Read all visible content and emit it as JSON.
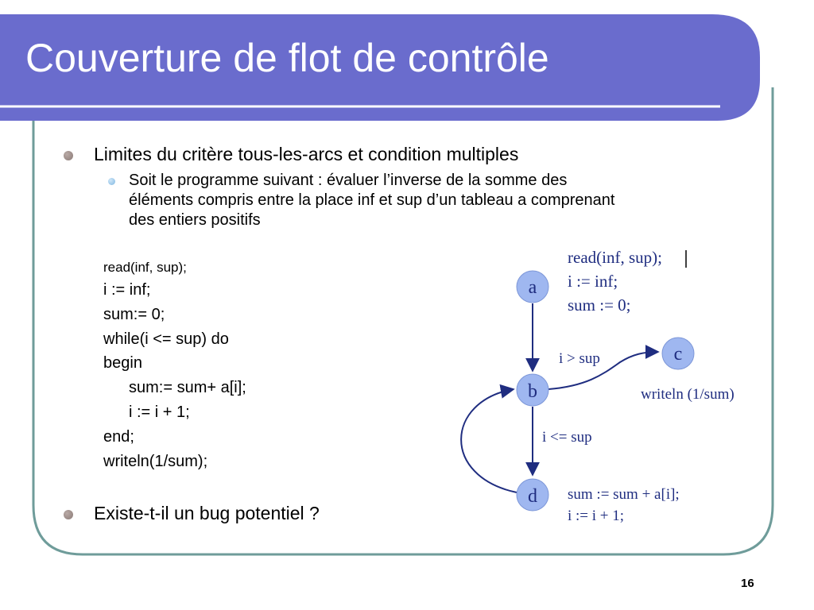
{
  "slide": {
    "title": "Couverture de flot de contrôle",
    "page_number": "16"
  },
  "bullets": {
    "first": "Limites du critère tous-les-arcs et condition multiples",
    "sub_lines": [
      "Soit le programme suivant : évaluer l’inverse de la somme des",
      "éléments compris entre la place inf et sup d’un tableau a comprenant",
      "des entiers positifs"
    ],
    "last": "Existe-t-il un bug potentiel ?"
  },
  "code": [
    "read(inf, sup);",
    "i := inf;",
    "sum:= 0;",
    "while(i <= sup) do",
    "begin",
    "sum:= sum+ a[i];",
    "i := i + 1;",
    "end;",
    "writeln(1/sum);"
  ],
  "graph": {
    "nodes": {
      "a": "a",
      "b": "b",
      "c": "c",
      "d": "d"
    },
    "annotations": {
      "a_line1": "read(inf, sup);",
      "a_line2": "i := inf;",
      "a_line3": "sum := 0;",
      "c_text": "writeln (1/sum)",
      "d_line1": "sum := sum + a[i];",
      "d_line2": "i := i + 1;"
    },
    "edges": {
      "b_to_c": "i > sup",
      "b_to_d": "i <= sup"
    }
  },
  "colors": {
    "title_band": "#6a6ccd",
    "frame_border": "#6f9c9a",
    "node_fill": "#9fb7f0",
    "edge": "#1f2d80"
  }
}
